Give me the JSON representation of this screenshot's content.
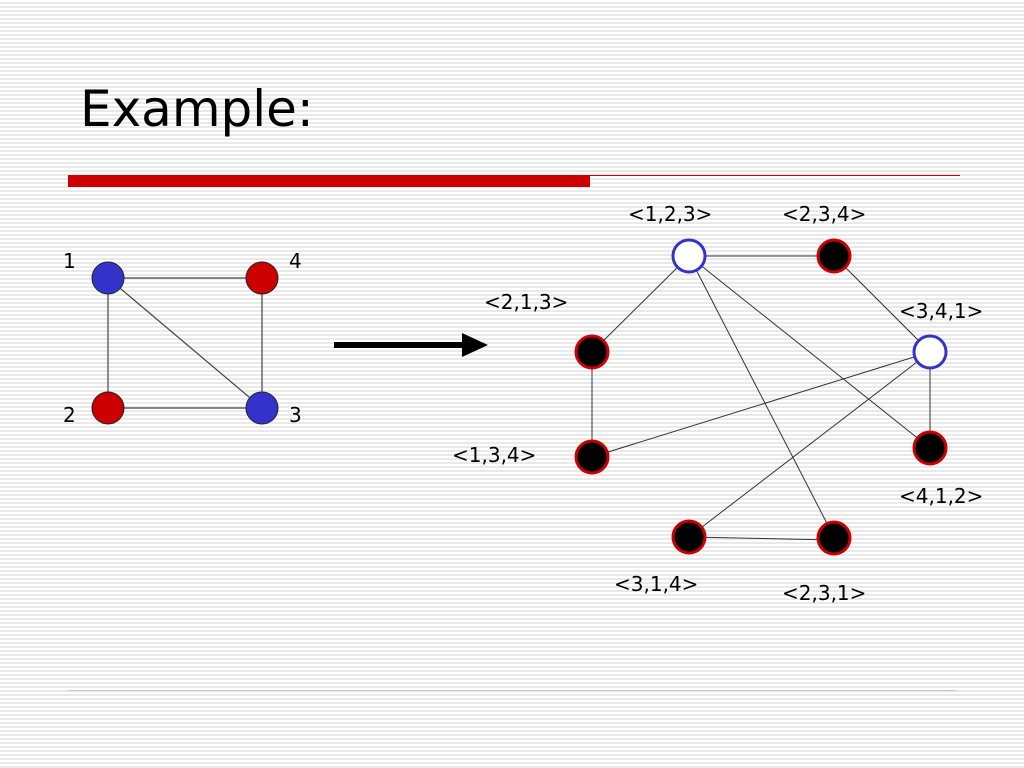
{
  "slide": {
    "title": "Example:"
  },
  "colors": {
    "blue": "#3333cc",
    "red": "#cc0000",
    "black": "#000000",
    "white": "#ffffff",
    "accent_rule": "#cc0000"
  },
  "left_graph": {
    "vertices": [
      {
        "id": "1",
        "label": "1",
        "color": "blue"
      },
      {
        "id": "4",
        "label": "4",
        "color": "red"
      },
      {
        "id": "2",
        "label": "2",
        "color": "red"
      },
      {
        "id": "3",
        "label": "3",
        "color": "blue"
      }
    ],
    "edges": [
      [
        "1",
        "4"
      ],
      [
        "1",
        "2"
      ],
      [
        "1",
        "3"
      ],
      [
        "4",
        "3"
      ],
      [
        "2",
        "3"
      ]
    ]
  },
  "arrow": {
    "icon": "right-arrow-icon"
  },
  "right_graph": {
    "vertices": [
      {
        "id": "123",
        "label": "<1,2,3>",
        "fill": "white",
        "stroke": "blue"
      },
      {
        "id": "234",
        "label": "<2,3,4>",
        "fill": "black",
        "stroke": "red"
      },
      {
        "id": "213",
        "label": "<2,1,3>",
        "fill": "black",
        "stroke": "red"
      },
      {
        "id": "341",
        "label": "<3,4,1>",
        "fill": "white",
        "stroke": "blue"
      },
      {
        "id": "134",
        "label": "<1,3,4>",
        "fill": "black",
        "stroke": "red"
      },
      {
        "id": "412",
        "label": "<4,1,2>",
        "fill": "black",
        "stroke": "red"
      },
      {
        "id": "314",
        "label": "<3,1,4>",
        "fill": "black",
        "stroke": "red"
      },
      {
        "id": "231",
        "label": "<2,3,1>",
        "fill": "black",
        "stroke": "red"
      }
    ],
    "edges": [
      [
        "123",
        "234"
      ],
      [
        "123",
        "213"
      ],
      [
        "123",
        "231"
      ],
      [
        "123",
        "412"
      ],
      [
        "234",
        "341"
      ],
      [
        "341",
        "412"
      ],
      [
        "341",
        "134"
      ],
      [
        "341",
        "314"
      ],
      [
        "213",
        "134"
      ],
      [
        "314",
        "231"
      ]
    ]
  }
}
